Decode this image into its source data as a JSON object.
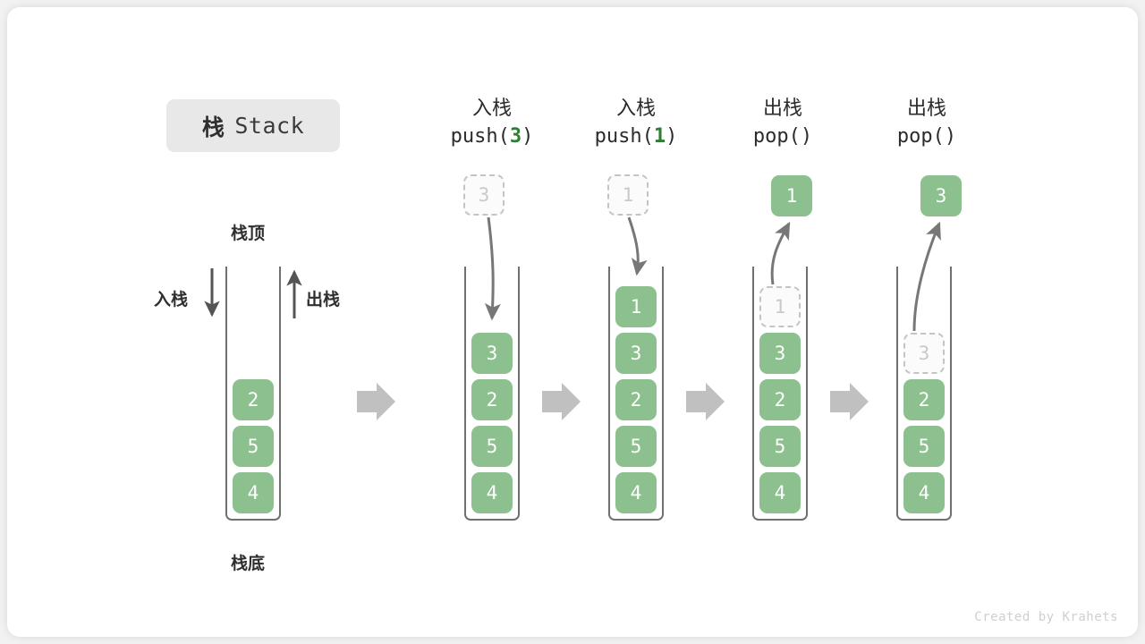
{
  "title": {
    "cn": "栈",
    "en": "Stack"
  },
  "labels": {
    "top": "栈顶",
    "bottom": "栈底",
    "push": "入栈",
    "pop": "出栈"
  },
  "watermark": "Created by Krahets",
  "colors": {
    "element": "#8cc18f",
    "element_text": "#ffffff",
    "ghost_border": "#c4c4c4",
    "ghost_text": "#c9c9c9",
    "accent_arg": "#2e7d32",
    "container_stroke": "#707070",
    "flow_arrow": "#c0c0c0",
    "chip_bg": "#e8e8e8",
    "page_bg": "#f2f2f2",
    "card_bg": "#ffffff"
  },
  "stages": [
    {
      "id": "initial",
      "caption_cn": "",
      "caption_code": "",
      "code_arg": "",
      "floating": null,
      "cells": [
        {
          "value": "2",
          "state": "filled"
        },
        {
          "value": "5",
          "state": "filled"
        },
        {
          "value": "4",
          "state": "filled"
        }
      ]
    },
    {
      "id": "push-3",
      "caption_cn": "入栈",
      "caption_code_pre": "push(",
      "code_arg": "3",
      "caption_code_post": ")",
      "floating": {
        "value": "3",
        "state": "ghost"
      },
      "cells": [
        {
          "value": "3",
          "state": "filled"
        },
        {
          "value": "2",
          "state": "filled"
        },
        {
          "value": "5",
          "state": "filled"
        },
        {
          "value": "4",
          "state": "filled"
        }
      ]
    },
    {
      "id": "push-1",
      "caption_cn": "入栈",
      "caption_code_pre": "push(",
      "code_arg": "1",
      "caption_code_post": ")",
      "floating": {
        "value": "1",
        "state": "ghost"
      },
      "cells": [
        {
          "value": "1",
          "state": "filled"
        },
        {
          "value": "3",
          "state": "filled"
        },
        {
          "value": "2",
          "state": "filled"
        },
        {
          "value": "5",
          "state": "filled"
        },
        {
          "value": "4",
          "state": "filled"
        }
      ]
    },
    {
      "id": "pop-1",
      "caption_cn": "出栈",
      "caption_code_pre": "pop(",
      "code_arg": "",
      "caption_code_post": ")",
      "floating": {
        "value": "1",
        "state": "filled"
      },
      "cells": [
        {
          "value": "1",
          "state": "ghost"
        },
        {
          "value": "3",
          "state": "filled"
        },
        {
          "value": "2",
          "state": "filled"
        },
        {
          "value": "5",
          "state": "filled"
        },
        {
          "value": "4",
          "state": "filled"
        }
      ]
    },
    {
      "id": "pop-3",
      "caption_cn": "出栈",
      "caption_code_pre": "pop(",
      "code_arg": "",
      "caption_code_post": ")",
      "floating": {
        "value": "3",
        "state": "filled"
      },
      "cells": [
        {
          "value": "",
          "state": "empty"
        },
        {
          "value": "3",
          "state": "ghost"
        },
        {
          "value": "2",
          "state": "filled"
        },
        {
          "value": "5",
          "state": "filled"
        },
        {
          "value": "4",
          "state": "filled"
        }
      ]
    }
  ]
}
